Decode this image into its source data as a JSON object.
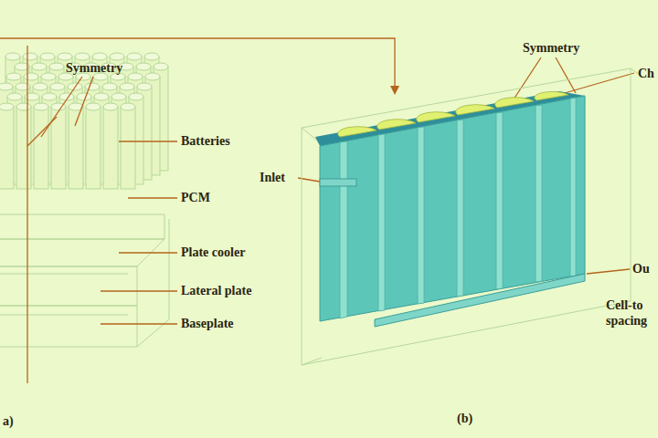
{
  "diagram": {
    "labels": [
      "Symmetry",
      "Batteries",
      "PCM",
      "Plate cooler",
      "Lateral plate",
      "Baseplate",
      "a)",
      "Symmetry",
      "Ch",
      "Inlet",
      "Ou",
      "Cell-to spacing",
      "(b)"
    ]
  }
}
